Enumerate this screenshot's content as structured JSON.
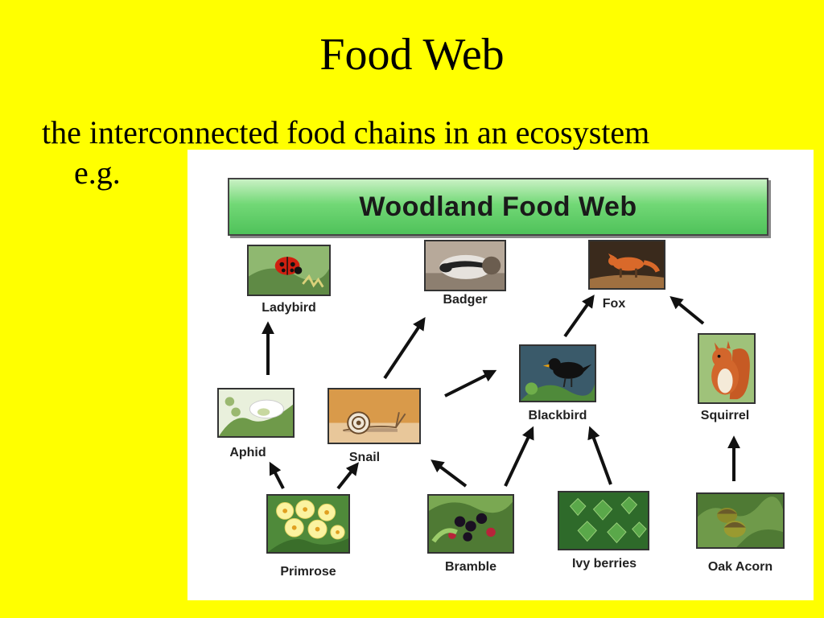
{
  "slide": {
    "title": "Food Web",
    "definition_line1": "the interconnected food chains in an ecosystem",
    "definition_line2": "e.g."
  },
  "diagram": {
    "banner": "Woodland  Food Web",
    "organisms": {
      "ladybird": "Ladybird",
      "badger": "Badger",
      "fox": "Fox",
      "aphid": "Aphid",
      "snail": "Snail",
      "blackbird": "Blackbird",
      "squirrel": "Squirrel",
      "primrose": "Primrose",
      "bramble": "Bramble",
      "ivy": "Ivy berries",
      "acorn": "Oak Acorn"
    },
    "edges": [
      {
        "from": "aphid",
        "to": "ladybird"
      },
      {
        "from": "snail",
        "to": "badger"
      },
      {
        "from": "snail",
        "to": "blackbird"
      },
      {
        "from": "blackbird",
        "to": "fox"
      },
      {
        "from": "squirrel",
        "to": "fox"
      },
      {
        "from": "primrose",
        "to": "aphid"
      },
      {
        "from": "primrose",
        "to": "snail"
      },
      {
        "from": "bramble",
        "to": "snail"
      },
      {
        "from": "bramble",
        "to": "blackbird"
      },
      {
        "from": "ivy",
        "to": "blackbird"
      },
      {
        "from": "acorn",
        "to": "squirrel"
      }
    ]
  }
}
